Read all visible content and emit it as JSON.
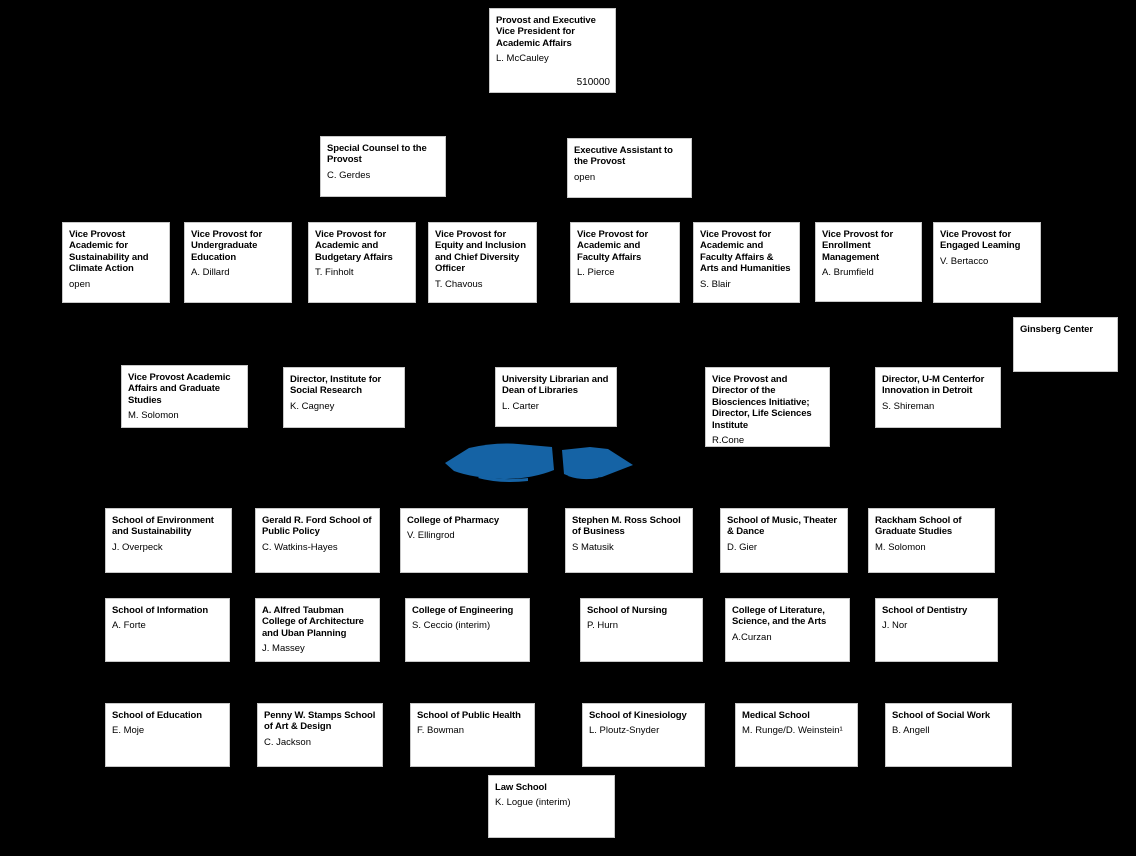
{
  "colors": {
    "background": "#000000",
    "box_fill": "#ffffff",
    "box_border": "#c8c8c8",
    "text": "#000000",
    "scribble_blue": "#1563a5"
  },
  "provost": {
    "title": "Provost and Executive Vice President for Academic Affairs",
    "name": "L. McCauley",
    "code": "510000"
  },
  "staff": [
    {
      "title": "Special Counsel to the Provost",
      "name": "C. Gerdes"
    },
    {
      "title": "Executive Assistant to the Provost",
      "name": "open"
    }
  ],
  "vice_provosts": [
    {
      "title": "Vice Provost Academic for Sustainability and Climate Action",
      "name": "open"
    },
    {
      "title": "Vice Provost for Undergraduate Education",
      "name": "A. Dillard"
    },
    {
      "title": "Vice Provost for Academic and Budgetary Affairs",
      "name": "T. Finholt"
    },
    {
      "title": "Vice Provost for Equity and Inclusion and Chief Diversity Officer",
      "name": "T. Chavous"
    },
    {
      "title": "Vice Provost for Academic and Faculty Affairs",
      "name": "L. Pierce"
    },
    {
      "title": "Vice Provost for Academic and Faculty Affairs & Arts and Humanities",
      "name": "S. Blair"
    },
    {
      "title": "Vice Provost for Enrollment Management",
      "name": "A. Brumfield"
    },
    {
      "title": "Vice Provost for Engaged Leaming",
      "name": "V. Bertacco"
    }
  ],
  "ginsberg": {
    "title": "Ginsberg Center"
  },
  "directors": [
    {
      "title": "Vice Provost Academic Affairs and Graduate Studies",
      "name": "M. Solomon"
    },
    {
      "title": "Director, Institute for Social Research",
      "name": "K. Cagney"
    },
    {
      "title": "University Librarian and Dean of Libraries",
      "name": "L. Carter"
    },
    {
      "title": "Vice Provost and Director of the Biosciences Initiative; Director, Life Sciences Institute",
      "name": "R.Cone"
    },
    {
      "title": "Director, U-M Centerfor Innovation in Detroit",
      "name": "S. Shireman"
    }
  ],
  "schools1": [
    {
      "title": "School of Environment and Sustainability",
      "name": "J. Overpeck"
    },
    {
      "title": "Gerald R. Ford School of Public Policy",
      "name": "C. Watkins-Hayes"
    },
    {
      "title": "College of Pharmacy",
      "name": "V. Ellingrod"
    },
    {
      "title": "Stephen M. Ross School of Business",
      "name": "S Matusik"
    },
    {
      "title": "School of Music, Theater & Dance",
      "name": "D. Gier"
    },
    {
      "title": "Rackham School of Graduate Studies",
      "name": "M. Solomon"
    }
  ],
  "schools2": [
    {
      "title": "School of Information",
      "name": "A. Forte"
    },
    {
      "title": "A. Alfred Taubman College of Architecture and Uban Planning",
      "name": "J. Massey"
    },
    {
      "title": "College of Engineering",
      "name": "S. Ceccio (interim)"
    },
    {
      "title": "School of Nursing",
      "name": "P. Hurn"
    },
    {
      "title": "College of Literature, Science, and the Arts",
      "name": "A.Curzan"
    },
    {
      "title": "School of Dentistry",
      "name": "J. Nor"
    }
  ],
  "schools3": [
    {
      "title": "School of Education",
      "name": "E. Moje"
    },
    {
      "title": "Penny W. Stamps School of Art & Design",
      "name": "C. Jackson"
    },
    {
      "title": "School of Public Health",
      "name": "F. Bowman"
    },
    {
      "title": "School of Kinesiology",
      "name": "L. Ploutz-Snyder"
    },
    {
      "title": "Medical School",
      "name": "M. Runge/D. Weinstein¹"
    },
    {
      "title": "School of Social Work",
      "name": "B. Angell"
    }
  ],
  "law": {
    "title": "Law School",
    "name": "K. Logue (interim)"
  }
}
